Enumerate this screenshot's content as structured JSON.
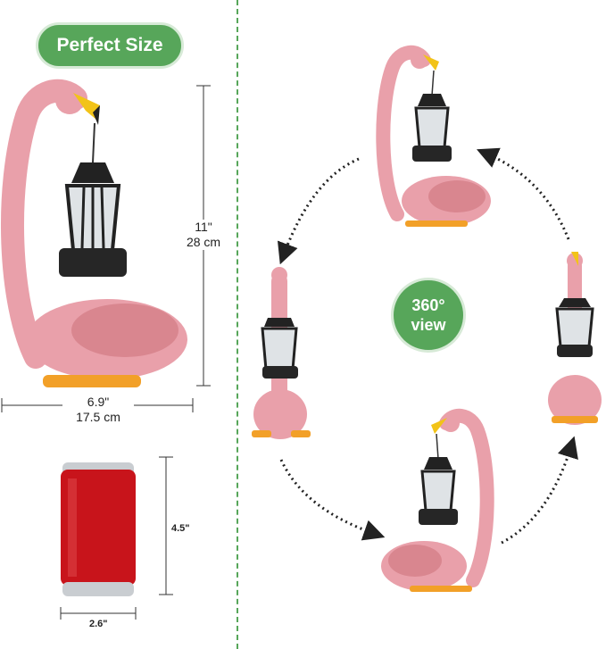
{
  "badge": {
    "label": "Perfect Size"
  },
  "dimensions": {
    "height_in": "11\"",
    "height_cm": "28 cm",
    "width_in": "6.9\"",
    "width_cm": "17.5 cm",
    "can_height": "4.5\"",
    "can_width": "2.6\""
  },
  "view_badge": {
    "line1": "360°",
    "line2": "view"
  },
  "colors": {
    "accent": "#57a65a",
    "flamingo": "#e9a0aa",
    "beak": "#f2c318",
    "can": "#c8141b"
  }
}
